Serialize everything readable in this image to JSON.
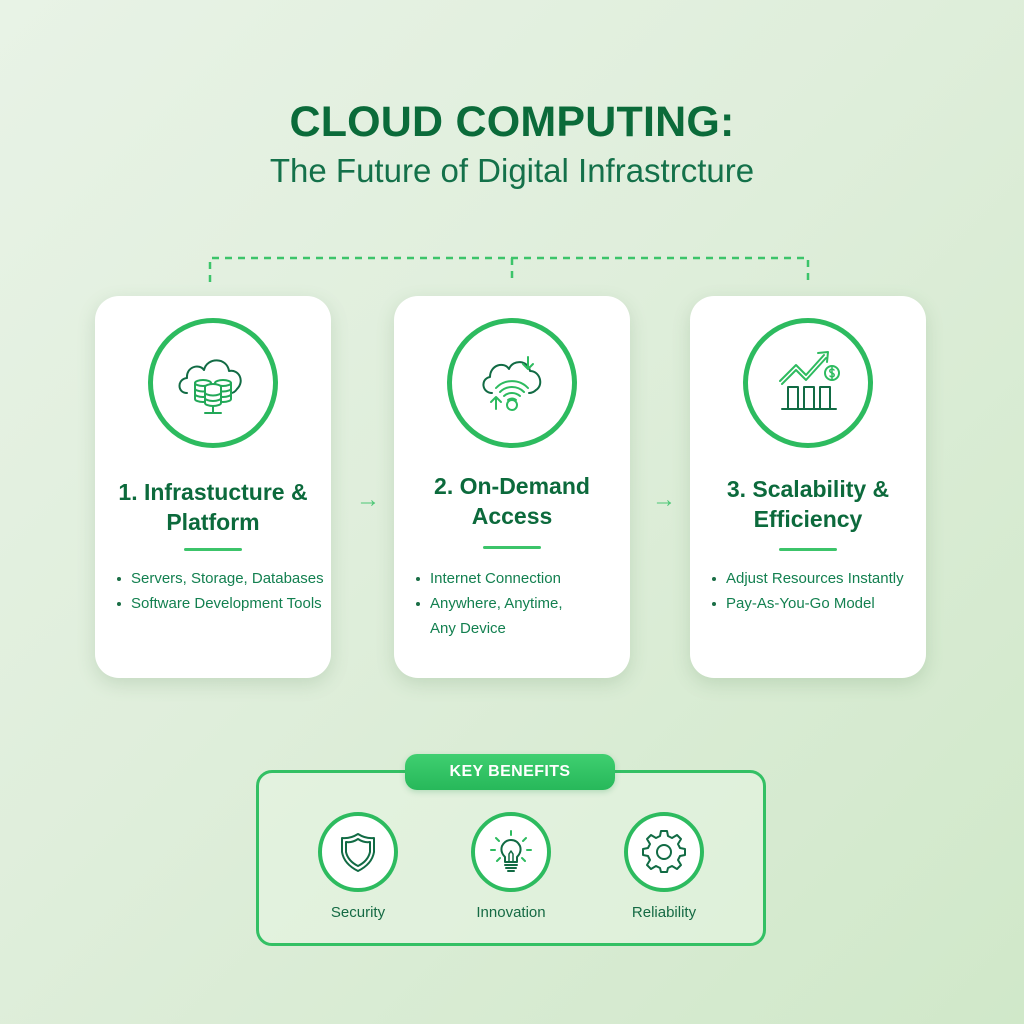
{
  "header": {
    "title": "CLOUD COMPUTING:",
    "subtitle": "The Future of Digital Infrastrcture"
  },
  "colors": {
    "primary_dark": "#0b6b3a",
    "accent_green": "#2dbb5f",
    "text_green": "#138050",
    "card_bg": "#ffffff",
    "background_start": "#e8f3e6",
    "background_end": "#d0e8c9"
  },
  "cards": [
    {
      "icon": "cloud-database-icon",
      "title_line1": "1. Infrastucture &",
      "title_line2": "Platform",
      "bullets": [
        "Servers, Storage, Databases",
        "Software Development Tools"
      ]
    },
    {
      "icon": "cloud-wifi-sync-icon",
      "title_line1": "2. On-Demand",
      "title_line2": "Access",
      "bullets": [
        "Internet Connection",
        "Anywhere, Anytime,",
        "Any Device"
      ]
    },
    {
      "icon": "growth-chart-dollar-icon",
      "title_line1": "3. Scalability &",
      "title_line2": "Efficiency",
      "bullets": [
        "Adjust Resources Instantly",
        "Pay-As-You-Go Model"
      ]
    }
  ],
  "flow_arrows": [
    "→",
    "→"
  ],
  "benefits": {
    "heading": "KEY BENEFITS",
    "items": [
      {
        "icon": "shield-icon",
        "label": "Security"
      },
      {
        "icon": "lightbulb-icon",
        "label": "Innovation"
      },
      {
        "icon": "gear-icon",
        "label": "Reliability"
      }
    ]
  }
}
